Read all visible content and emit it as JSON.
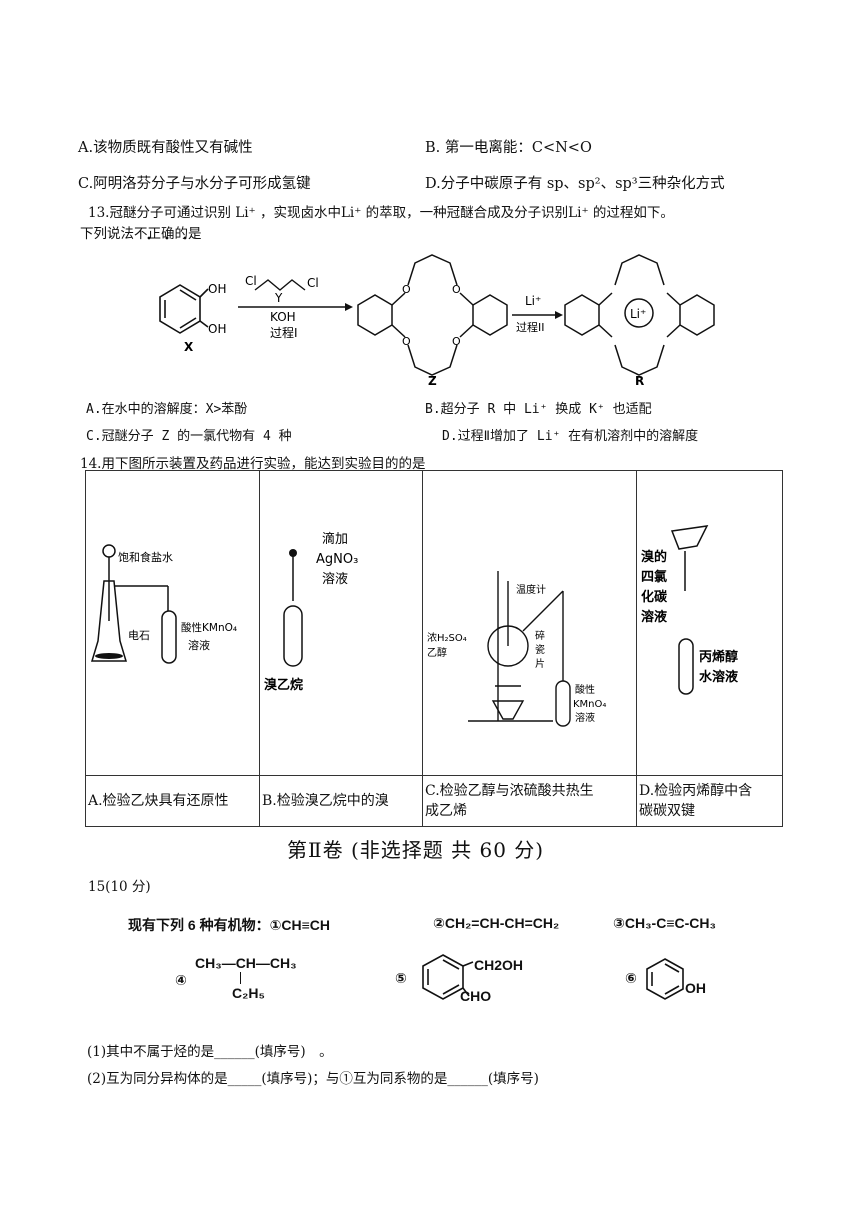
{
  "q12": {
    "optA": "A.该物质既有酸性又有碱性",
    "optB": "B. 第一电离能：C<N<O",
    "optC": "C.阿明洛芬分子与水分子可形成氢键",
    "optD": "D.分子中碳原子有 sp、sp²、sp³三种杂化方式"
  },
  "q13": {
    "stem1": "13.冠醚分子可通过识别 Li⁺ ，实现卤水中Li⁺ 的萃取，一种冠醚合成及分子识别Li⁺ 的过程如下。",
    "stem2": "下列说法不正确的是",
    "scheme": {
      "x_label": "X",
      "oh1": "OH",
      "oh2": "OH",
      "cl1": "Cl",
      "cl2": "Cl",
      "y_label": "Y",
      "koh": "KOH",
      "process1": "过程I",
      "z_label": "Z",
      "li_plus": "Li⁺",
      "process2": "过程II",
      "r_label": "R",
      "li_center": "Li⁺",
      "oxygen": "O"
    },
    "optA": "A.在水中的溶解度：X>苯酚",
    "optB": "B.超分子 R 中 Li⁺ 换成 K⁺ 也适配",
    "optC": "C.冠醚分子 Z 的一氯代物有 4 种",
    "optD": "D.过程Ⅱ增加了 Li⁺ 在有机溶剂中的溶解度"
  },
  "q14": {
    "stem": "14.用下图所示装置及药品进行实验，能达到实验目的的是",
    "a_labels": {
      "reagent": "饱和食盐水",
      "solid": "电石",
      "solution1": "酸性KMnO₄",
      "solution2": "溶液"
    },
    "b_labels": {
      "line1": "滴加",
      "line2": "AgNO₃",
      "line3": "溶液",
      "tube": "溴乙烷"
    },
    "c_labels": {
      "thermo": "温度计",
      "acid1": "浓H₂SO₄",
      "acid2": "乙醇",
      "chip1": "碎",
      "chip2": "瓷",
      "chip3": "片",
      "sol1": "酸性",
      "sol2": "KMnO₄",
      "sol3": "溶液"
    },
    "d_labels": {
      "l1": "溴的",
      "l2": "四氯",
      "l3": "化碳",
      "l4": "溶液",
      "t1": "丙烯醇",
      "t2": "水溶液"
    },
    "captions": {
      "a": "A.检验乙炔具有还原性",
      "b": "B.检验溴乙烷中的溴",
      "c1": "C.检验乙醇与浓硫酸共热生",
      "c2": "成乙烯",
      "d1": "D.检验丙烯醇中含",
      "d2": "碳碳双键"
    }
  },
  "section_title": "第Ⅱ卷 (非选择题 共 60 分)",
  "q15": {
    "label": "15(10 分)",
    "intro": "现有下列 6 种有机物：①CH≡CH",
    "c2": "②CH₂=CH-CH=CH₂",
    "c3": "③CH₃-C≡C-CH₃",
    "c4_num": "④",
    "c4_main": "CH₃—CH—CH₃",
    "c4_sub": "C₂H₅",
    "c5_num": "⑤",
    "c5_sub1": "CH2OH",
    "c5_sub2": "CHO",
    "c6_num": "⑥",
    "c6_sub": "OH",
    "p1": "(1)其中不属于烃的是______(填序号)　。",
    "p2": "(2)互为同分异构体的是_____(填序号)；与①互为同系物的是______(填序号)"
  }
}
